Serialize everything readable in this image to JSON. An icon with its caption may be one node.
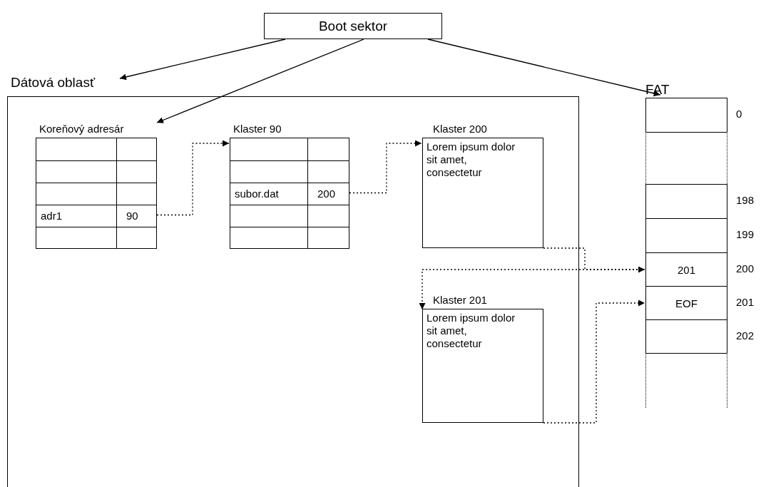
{
  "diagram": {
    "nodes": [
      {
        "text": [
          "Boot sektor"
        ]
      },
      {
        "text": [
          "Dátová oblasť"
        ]
      },
      {
        "text": [
          "Koreňový adresár",
          "adr1",
          "90"
        ],
        "in": 1
      },
      {
        "text": [
          "Klaster 90",
          "subor.dat",
          "200"
        ],
        "in": 1
      },
      {
        "text": [
          "Klaster 200",
          "Lorem ipsum dolor sit amet, consectetur"
        ],
        "in": 1
      },
      {
        "text": [
          "Klaster 201",
          "Lorem ipsum dolor sit amet, consectetur"
        ],
        "in": 1
      },
      {
        "text": [
          "FAT"
        ]
      },
      {
        "text": [],
        "shape": "box",
        "beside": [
          "0"
        ],
        "in": 6
      },
      {
        "text": [],
        "shape": "box",
        "beside": [
          "198"
        ],
        "in": 6
      },
      {
        "text": [],
        "shape": "box",
        "beside": [
          "199"
        ],
        "in": 6
      },
      {
        "text": [
          "201"
        ],
        "beside": [
          "200"
        ],
        "in": 6
      },
      {
        "text": [
          "EOF"
        ],
        "beside": [
          "201"
        ],
        "in": 6
      },
      {
        "text": [],
        "shape": "box",
        "beside": [
          "202"
        ],
        "in": 6
      }
    ],
    "edges": [
      {
        "from": 0,
        "to": 1,
        "arrow": "to"
      },
      {
        "from": 0,
        "to": 2,
        "arrow": "to"
      },
      {
        "from": 0,
        "to": 6,
        "arrow": "to"
      },
      {
        "from": 2,
        "to": 3,
        "arrow": "to",
        "style": "dashed"
      },
      {
        "from": 3,
        "to": 4,
        "arrow": "to",
        "style": "dashed"
      },
      {
        "from": 4,
        "to": 10,
        "arrow": "to",
        "style": "dashed"
      },
      {
        "from": 10,
        "to": 5,
        "arrow": "to",
        "style": "dashed"
      },
      {
        "from": 5,
        "to": 11,
        "arrow": "to",
        "style": "dashed"
      }
    ]
  }
}
